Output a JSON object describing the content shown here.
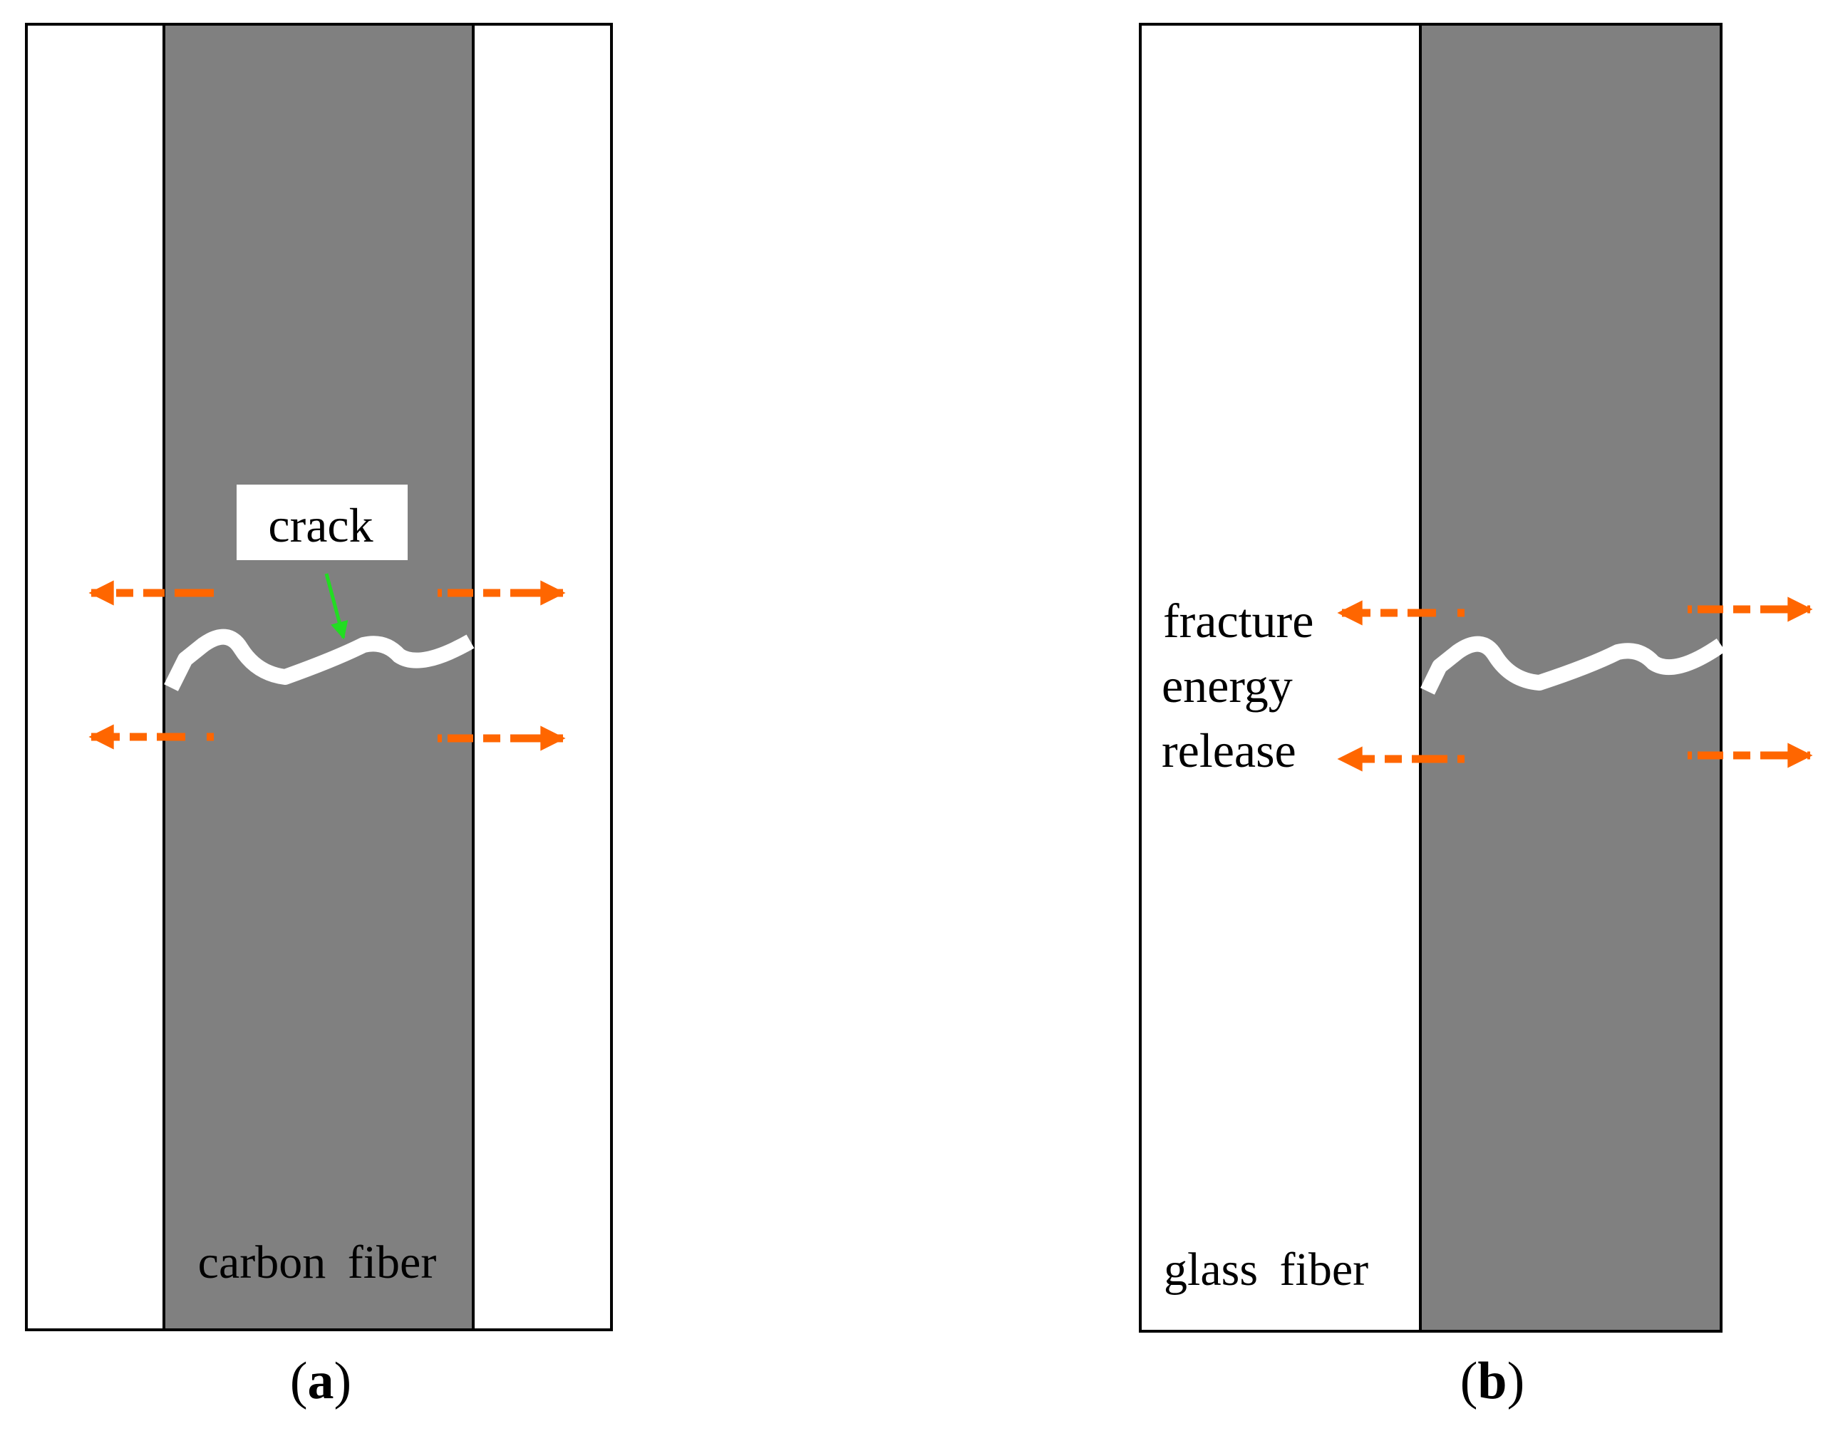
{
  "panel_a": {
    "caption_open": "(",
    "caption_letter": "a",
    "caption_close": ")",
    "crack_label": "crack",
    "fiber_label": "carbon fiber"
  },
  "panel_b": {
    "caption_open": "(",
    "caption_letter": "b",
    "caption_close": ")",
    "energy_label_line1": "fracture",
    "energy_label_line2": "energy",
    "energy_label_line3": "release",
    "fiber_label": "glass fiber"
  },
  "colors": {
    "matrix_gray": "#808080",
    "outline": "#000000",
    "crack": "#ffffff",
    "arrow": "#ff6600",
    "pointer": "#22dd22"
  }
}
